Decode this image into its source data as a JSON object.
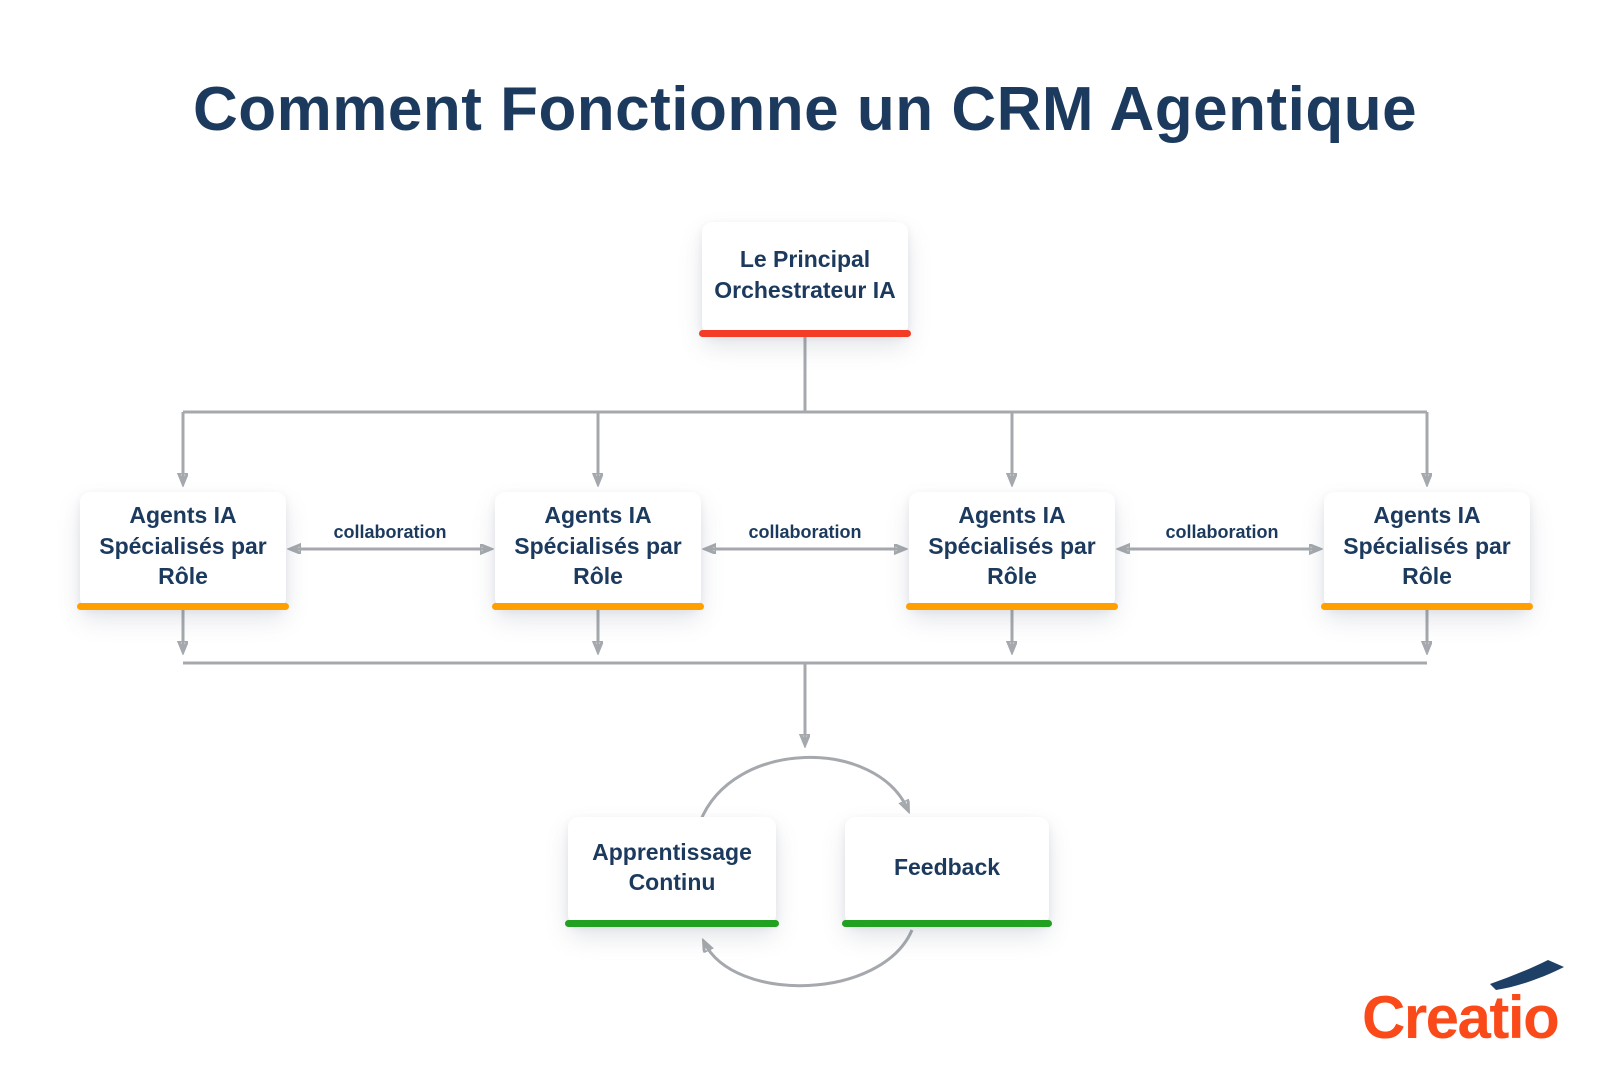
{
  "title": "Comment Fonctionne un CRM Agentique",
  "colors": {
    "navy": "#1c3a5e",
    "line": "#a5a9ad",
    "orchestrator_accent": "#f23c26",
    "agent_accent": "#ffa000",
    "cycle_accent": "#21a021",
    "logo": "#fb4a19",
    "logo_arrow": "#1e3f66",
    "background": "#ffffff"
  },
  "orchestrator": {
    "label": "Le Principal Orchestrateur IA"
  },
  "agents": [
    {
      "label": "Agents IA Spécialisés par Rôle"
    },
    {
      "label": "Agents IA Spécialisés par Rôle"
    },
    {
      "label": "Agents IA Spécialisés par Rôle"
    },
    {
      "label": "Agents IA Spécialisés par Rôle"
    }
  ],
  "collaboration_labels": [
    "collaboration",
    "collaboration",
    "collaboration"
  ],
  "cycle": [
    {
      "label": "Apprentissage Continu"
    },
    {
      "label": "Feedback"
    }
  ],
  "branding": {
    "logo_text": "Creatio"
  }
}
